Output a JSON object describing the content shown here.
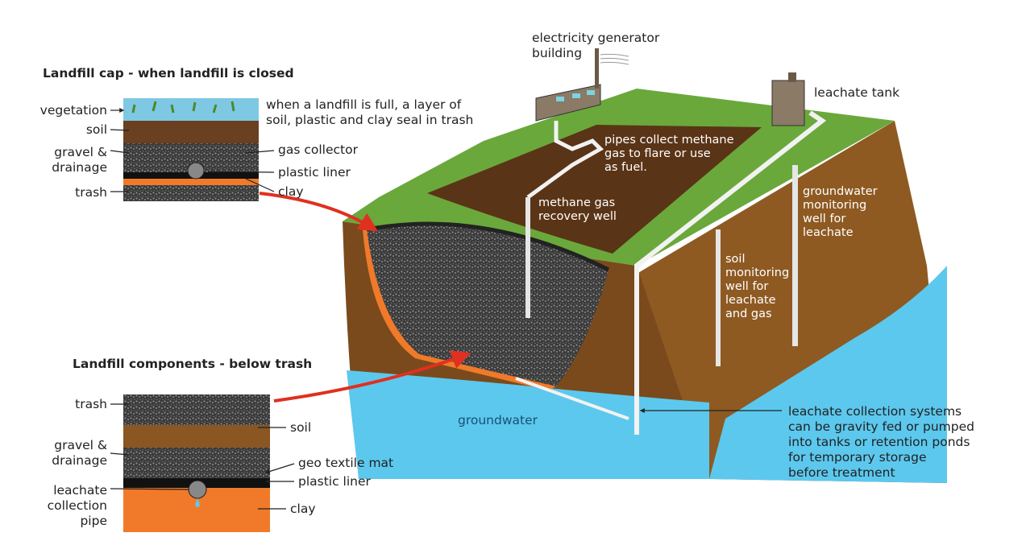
{
  "diagram": {
    "cap_panel": {
      "title": "Landfill cap - when landfill is closed",
      "description": "when a landfill is full, a layer of\nsoil, plastic and clay seal in trash",
      "labels": {
        "vegetation": "vegetation",
        "soil": "soil",
        "gravel_drainage": "gravel &\ndrainage",
        "trash": "trash",
        "gas_collector": "gas collector",
        "plastic_liner": "plastic liner",
        "clay": "clay"
      }
    },
    "components_panel": {
      "title": "Landfill components - below trash",
      "labels": {
        "trash": "trash",
        "soil": "soil",
        "gravel_drainage": "gravel &\ndrainage",
        "geo_textile_mat": "geo textile mat",
        "plastic_liner": "plastic liner",
        "leachate_pipe": "leachate\ncollection\npipe",
        "clay": "clay"
      }
    },
    "site": {
      "generator_building": "electricity generator\nbuilding",
      "leachate_tank": "leachate tank",
      "pipes_collect": "pipes collect methane\ngas to flare or use\nas fuel.",
      "methane_well": "methane gas\nrecovery well",
      "groundwater_well": "groundwater\nmonitoring\nwell for\nleachate",
      "soil_well": "soil\nmonitoring\nwell for\nleachate\nand gas",
      "groundwater": "groundwater",
      "leachate_collection": "leachate collection systems\ncan be gravity fed or pumped\ninto tanks or retention ponds\nfor temporary storage\nbefore treatment"
    },
    "colors": {
      "grass": "#6aa83b",
      "soil_top": "#5a3416",
      "soil_front": "#7a4a1c",
      "soil_side": "#8e5a22",
      "groundwater": "#5cc8ee",
      "trash": "#2a2a2a",
      "clay": "#f07a2a",
      "arrow": "#e03020",
      "building": "#8a7a66"
    }
  }
}
